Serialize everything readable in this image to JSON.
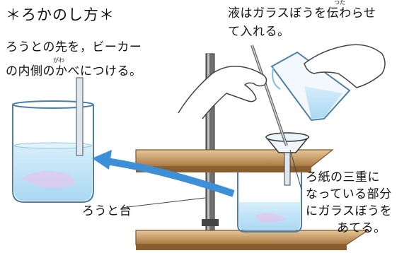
{
  "title": "＊ろかのし方＊",
  "note_left": {
    "line1": "ろうとの先を，ビーカー",
    "line2": "の内側のかべにつける。",
    "ruby": "がわ"
  },
  "note_top": {
    "line1": "液はガラスぼうを伝わらせ",
    "line2": "て入れる。",
    "ruby": "つた"
  },
  "label_stand": "ろうと台",
  "note_right": {
    "line1": "ろ紙の三重に",
    "line2": "なっている部分",
    "line3": "にガラスぼうを",
    "line4": "あてる。"
  },
  "colors": {
    "arrow": "#3d8fd8",
    "water": "#bfe3f7",
    "shelf": "#b98a50",
    "glass": "#5a8fb8",
    "skin": "#ffffff"
  }
}
